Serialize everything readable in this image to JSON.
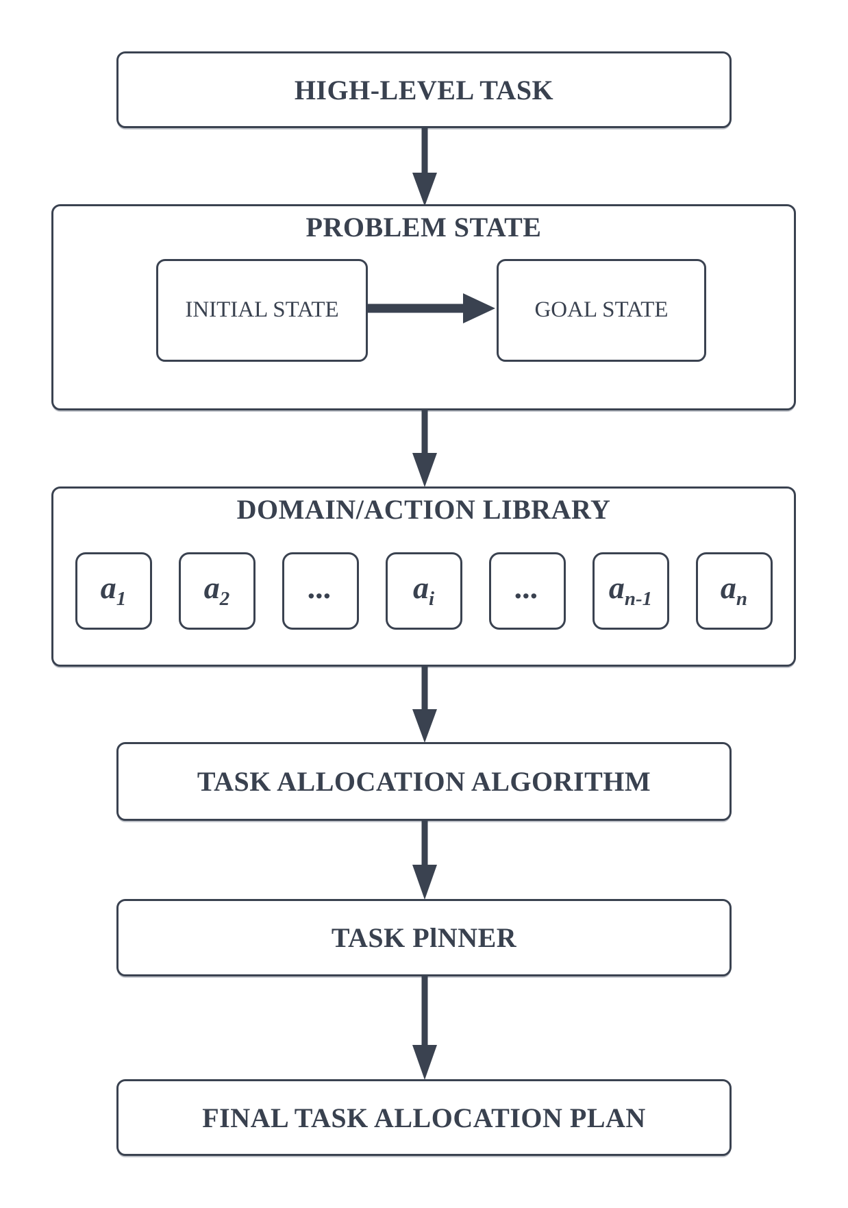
{
  "canvas": {
    "background": "#ffffff",
    "stroke_color": "#3a4250",
    "text_color": "#39414f",
    "shadow_color": "#c0c3ca"
  },
  "nodes": {
    "high_level_task": {
      "label": "HIGH-LEVEL TASK"
    },
    "problem_state": {
      "title": "PROBLEM STATE",
      "initial_state": {
        "label": "INITIAL STATE"
      },
      "goal_state": {
        "label": "GOAL STATE"
      }
    },
    "domain_action_library": {
      "title": "DOMAIN/ACTION LIBRARY",
      "actions": [
        {
          "base": "a",
          "sub": "1"
        },
        {
          "base": "a",
          "sub": "2"
        },
        {
          "base": "...",
          "sub": ""
        },
        {
          "base": "a",
          "sub": "i"
        },
        {
          "base": "...",
          "sub": ""
        },
        {
          "base": "a",
          "sub": "n-1"
        },
        {
          "base": "a",
          "sub": "n"
        }
      ]
    },
    "task_allocation_algorithm": {
      "label": "TASK ALLOCATION ALGORITHM"
    },
    "task_pinner": {
      "label": "TASK PlNNER"
    },
    "final_task_allocation_plan": {
      "label": "FINAL TASK ALLOCATION PLAN"
    }
  }
}
